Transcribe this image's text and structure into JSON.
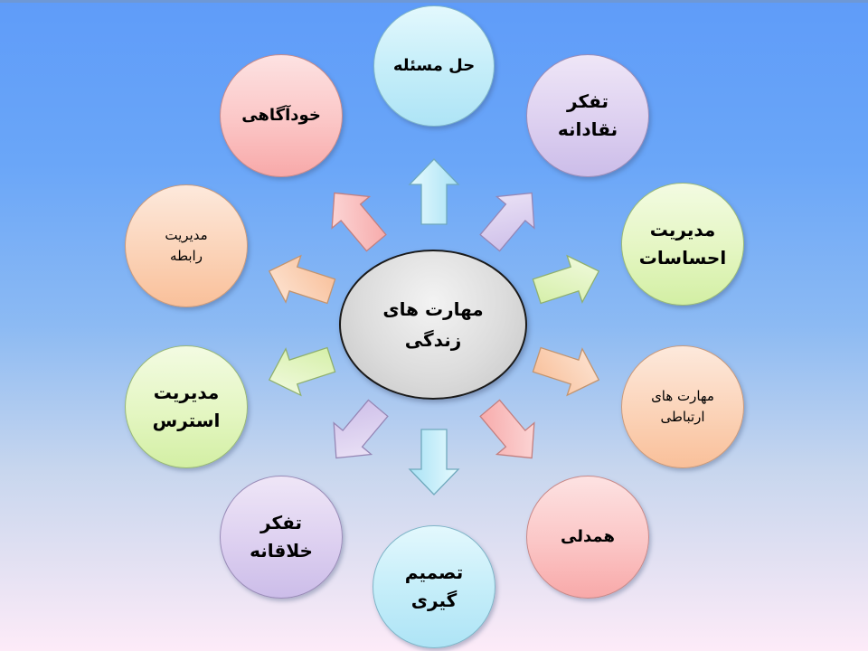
{
  "diagram": {
    "type": "radial-cycle",
    "background": {
      "top_color": "#5f9cf9",
      "bottom_color": "#fdebf8"
    },
    "center": {
      "lines": [
        "مهارت های",
        "زندگی"
      ],
      "color": "#d9d9d9"
    },
    "nodes": [
      {
        "id": "problem-solving",
        "lines": [
          "حل مسئله"
        ],
        "color": "#c6eef9",
        "position": "top"
      },
      {
        "id": "critical-thinking",
        "lines": [
          "تفکر",
          "نقادانه"
        ],
        "color": "#ddd0f0",
        "position": "top-right"
      },
      {
        "id": "emotion-management",
        "lines": [
          "مدیریت",
          "احساسات"
        ],
        "color": "#e4f6c2",
        "position": "right-upper"
      },
      {
        "id": "communication-skills",
        "lines": [
          "مهارت های",
          "ارتباطی"
        ],
        "color": "#fbd3b8",
        "position": "right-lower"
      },
      {
        "id": "empathy",
        "lines": [
          "همدلی"
        ],
        "color": "#fbc6c6",
        "position": "bottom-right"
      },
      {
        "id": "decision-making",
        "lines": [
          "تصمیم",
          "گیری"
        ],
        "color": "#c6eef9",
        "position": "bottom"
      },
      {
        "id": "creative-thinking",
        "lines": [
          "تفکر",
          "خلاقانه"
        ],
        "color": "#ddd0f0",
        "position": "bottom-left"
      },
      {
        "id": "stress-management",
        "lines": [
          "مدیریت",
          "استرس"
        ],
        "color": "#e4f6c2",
        "position": "left-lower"
      },
      {
        "id": "relationship-management",
        "lines": [
          "مدیریت",
          "رابطه"
        ],
        "color": "#fbd3b8",
        "position": "left-upper"
      },
      {
        "id": "self-awareness",
        "lines": [
          "خودآگاهی"
        ],
        "color": "#fbc6c6",
        "position": "top-left"
      }
    ],
    "arrows": [
      {
        "target": "problem-solving",
        "color": "#c6eef9",
        "direction": "up"
      },
      {
        "target": "critical-thinking",
        "color": "#ddd0f0",
        "direction": "up-right"
      },
      {
        "target": "emotion-management",
        "color": "#e4f6c2",
        "direction": "right-up"
      },
      {
        "target": "communication-skills",
        "color": "#fbd3b8",
        "direction": "right-down"
      },
      {
        "target": "empathy",
        "color": "#fbc6c6",
        "direction": "down-right"
      },
      {
        "target": "decision-making",
        "color": "#c6eef9",
        "direction": "down"
      },
      {
        "target": "creative-thinking",
        "color": "#ddd0f0",
        "direction": "down-left"
      },
      {
        "target": "stress-management",
        "color": "#e4f6c2",
        "direction": "left-down"
      },
      {
        "target": "relationship-management",
        "color": "#fbd3b8",
        "direction": "left-up"
      },
      {
        "target": "self-awareness",
        "color": "#fbc6c6",
        "direction": "up-left"
      }
    ]
  }
}
